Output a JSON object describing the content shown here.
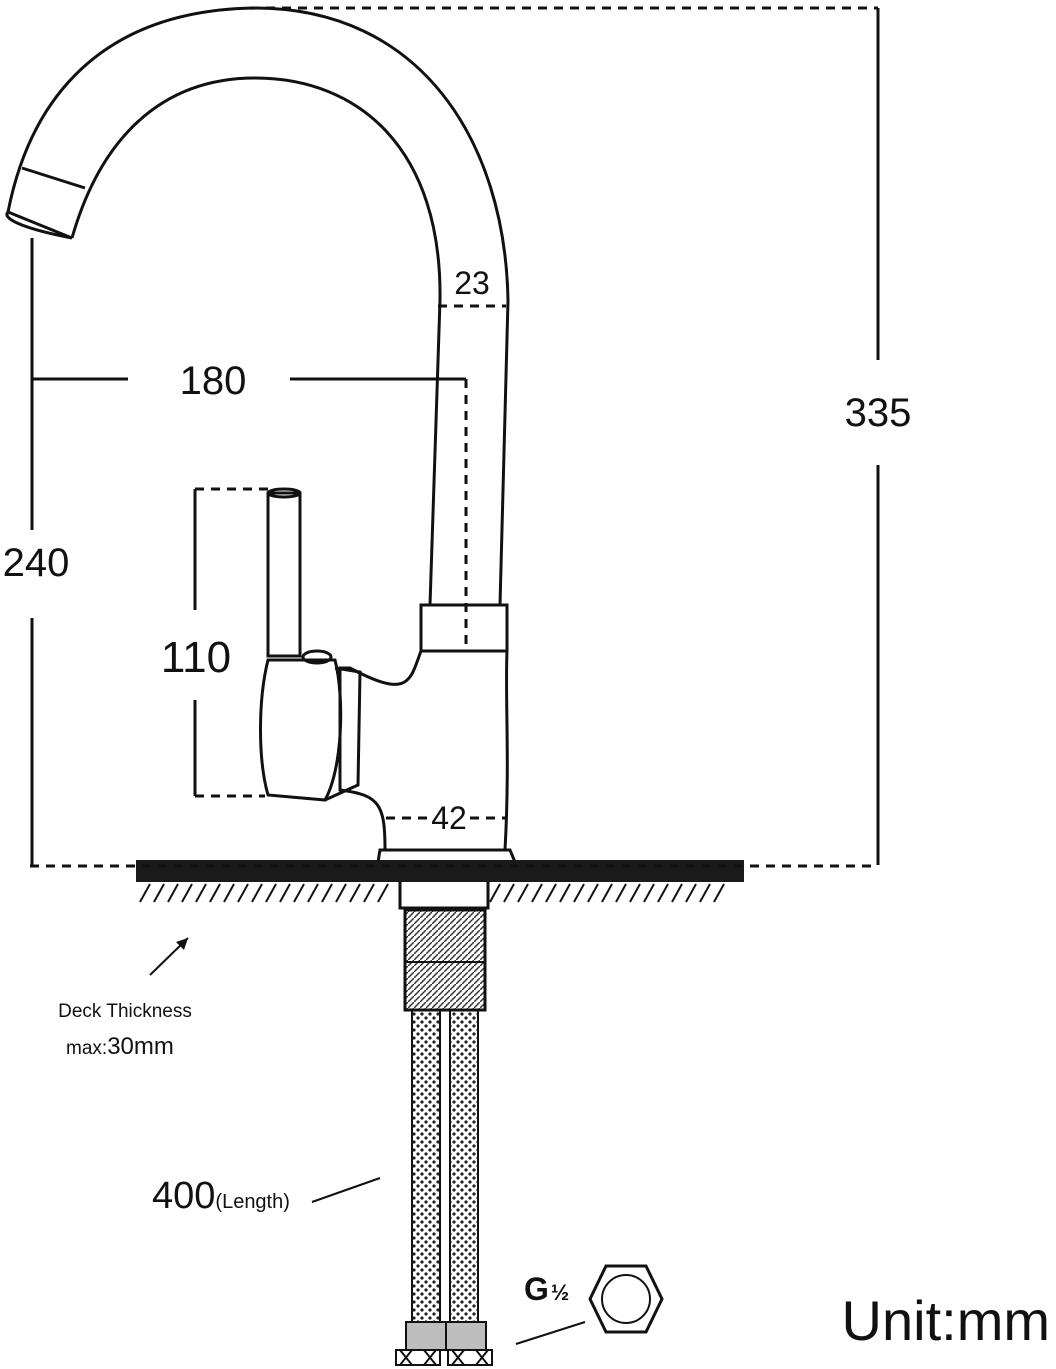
{
  "dimensions": {
    "reach": "180",
    "height_total": "335",
    "spout_height": "240",
    "handle_height": "110",
    "spout_diameter": "23",
    "base_diameter": "42",
    "hose_length_value": "400",
    "hose_length_label": "(Length)",
    "thread_prefix": "G",
    "thread_fraction": "½"
  },
  "notes": {
    "deck_title": "Deck Thickness",
    "deck_max_prefix": "max:",
    "deck_max_value": "30mm",
    "unit": "Unit:mm"
  },
  "colors": {
    "ink": "#111111",
    "deck": "#1a1a1a",
    "metal": "#bdbdbd",
    "background": "#ffffff"
  },
  "icons": {
    "arrow": "deck-arrow-icon",
    "nut": "hex-nut-icon"
  }
}
